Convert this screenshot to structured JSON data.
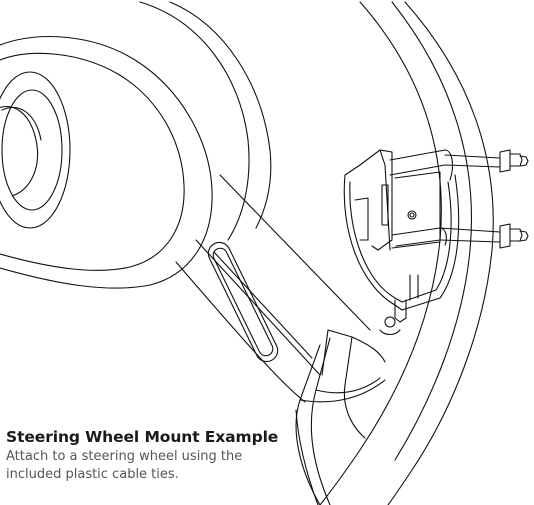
{
  "caption": {
    "title": "Steering Wheel Mount Example",
    "body_line_1": "Attach to a steering wheel using the",
    "body_line_2": "included plastic cable ties."
  },
  "colors": {
    "line": "#111111",
    "background": "#ffffff",
    "caption_title": "#1a1a1a",
    "caption_body": "#555555"
  }
}
